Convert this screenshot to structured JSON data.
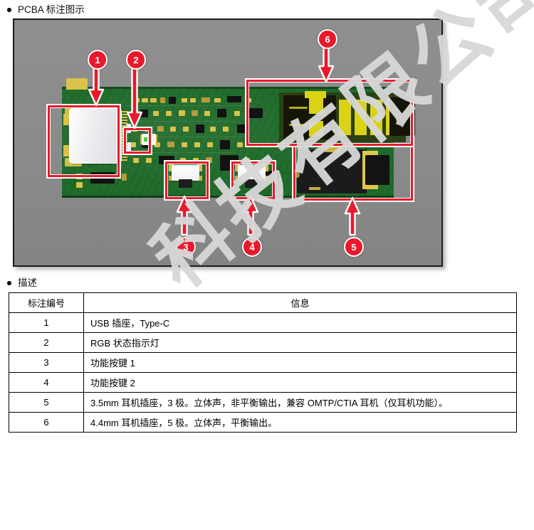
{
  "sections": {
    "figure_heading": "PCBA 标注图示",
    "description_heading": "描述"
  },
  "watermark": {
    "text": "科技有限公司"
  },
  "figure": {
    "callouts": [
      {
        "id": "1",
        "label": "1"
      },
      {
        "id": "2",
        "label": "2"
      },
      {
        "id": "3",
        "label": "3"
      },
      {
        "id": "4",
        "label": "4"
      },
      {
        "id": "5",
        "label": "5"
      },
      {
        "id": "6",
        "label": "6"
      }
    ],
    "colors": {
      "marker_red": "#e8192c",
      "board_green": "#1f6b2a",
      "pad_gold": "#d9c24a",
      "background_gray": "#8d8d8d"
    }
  },
  "table": {
    "headers": [
      "标注编号",
      "信息"
    ],
    "rows": [
      {
        "id": "1",
        "info": "USB 插座，Type-C"
      },
      {
        "id": "2",
        "info": "RGB 状态指示灯"
      },
      {
        "id": "3",
        "info": "功能按键 1"
      },
      {
        "id": "4",
        "info": "功能按键 2"
      },
      {
        "id": "5",
        "info": "3.5mm 耳机插座，3 极。立体声，非平衡输出，兼容 OMTP/CTIA 耳机（仅耳机功能）。"
      },
      {
        "id": "6",
        "info": "4.4mm 耳机插座，5 极。立体声，平衡输出。"
      }
    ]
  }
}
